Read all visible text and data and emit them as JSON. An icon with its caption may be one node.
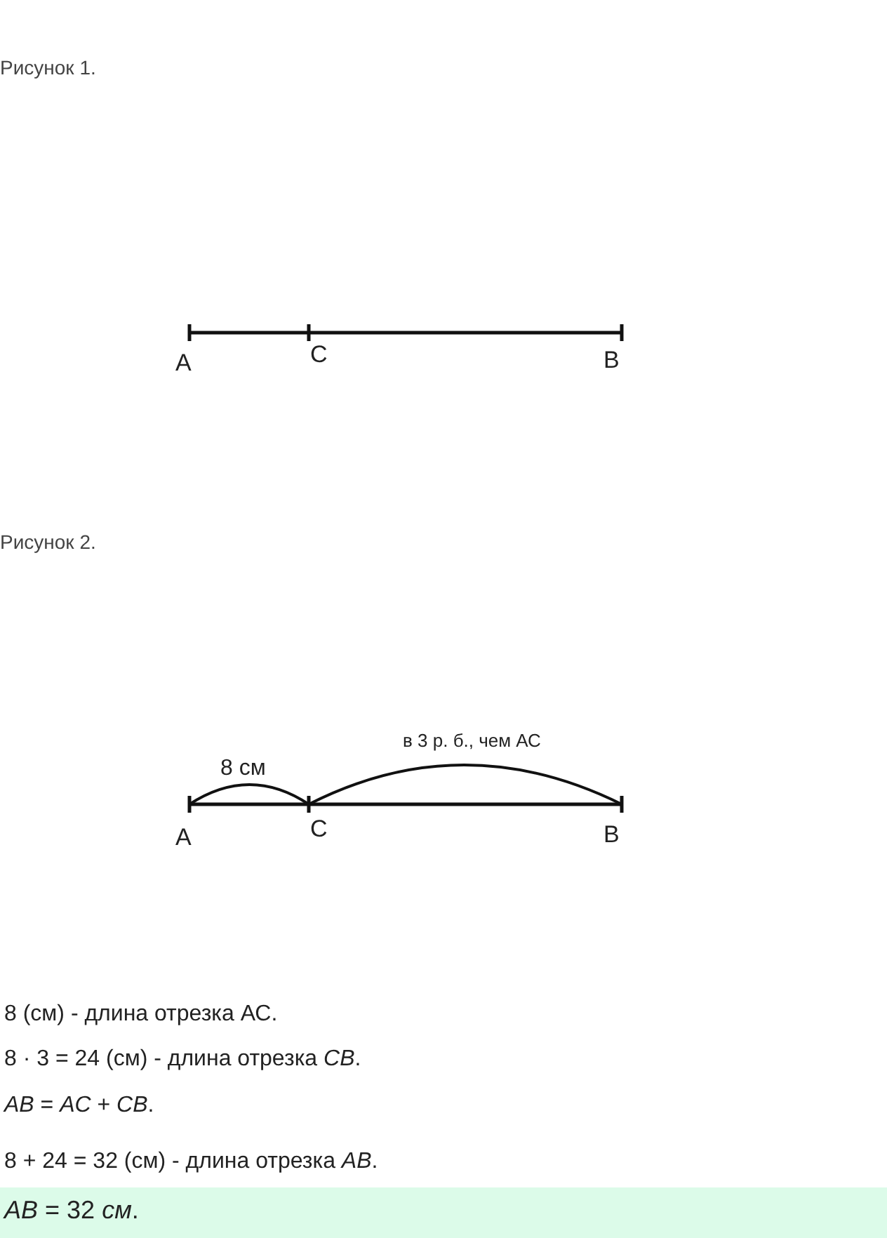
{
  "diagram": {
    "labels": [
      "Рисунок 1.",
      "A",
      "C",
      "B",
      "Рисунок 2.",
      "8 см",
      "в 3 р. б., чем АС",
      "A",
      "C",
      "B",
      "8 (см) - длина отрезка АС.",
      "8 · 3 = 24 (см) - длина отрезка *CB*.",
      "*AB* = *AC* + *CB*.",
      "8 + 24 = 32 (см) - длина отрезка *AB*.",
      "*AB* = 32 *см*."
    ]
  }
}
